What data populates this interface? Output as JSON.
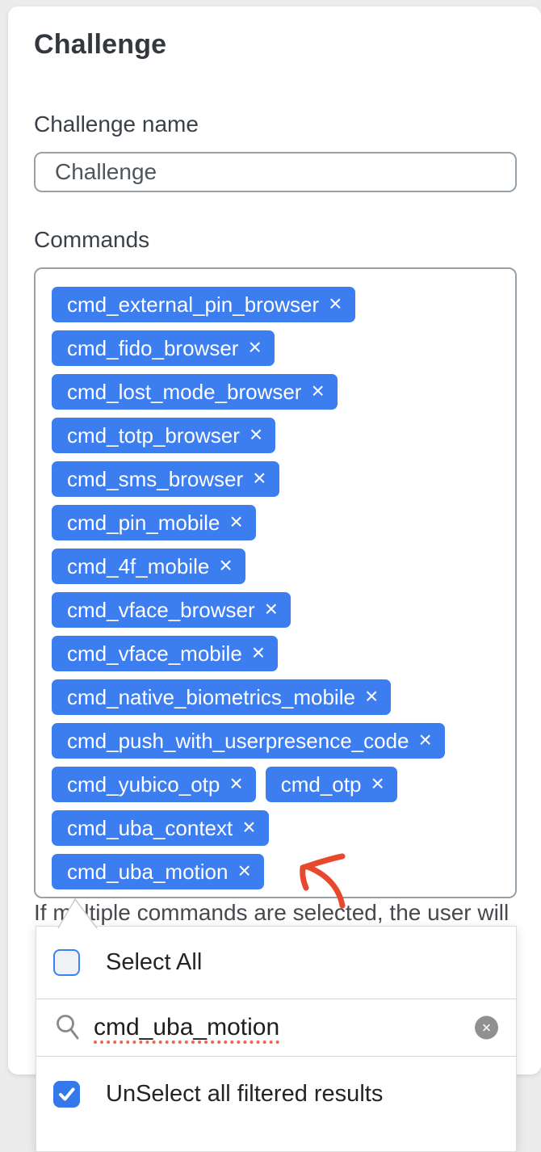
{
  "form": {
    "title": "Challenge",
    "name_field": {
      "label": "Challenge name",
      "value": "Challenge"
    },
    "commands_field": {
      "label": "Commands"
    },
    "tag_rows": [
      [
        "cmd_external_pin_browser"
      ],
      [
        "cmd_fido_browser"
      ],
      [
        "cmd_lost_mode_browser"
      ],
      [
        "cmd_totp_browser"
      ],
      [
        "cmd_sms_browser"
      ],
      [
        "cmd_pin_mobile"
      ],
      [
        "cmd_4f_mobile"
      ],
      [
        "cmd_vface_browser"
      ],
      [
        "cmd_vface_mobile"
      ],
      [
        "cmd_native_biometrics_mobile"
      ],
      [
        "cmd_push_with_userpresence_code"
      ],
      [
        "cmd_yubico_otp",
        "cmd_otp"
      ],
      [
        "cmd_uba_context"
      ],
      [
        "cmd_uba_motion"
      ]
    ],
    "help_text": "If multiple commands are selected, the user will"
  },
  "dropdown": {
    "select_all": {
      "label": "Select All",
      "checked": false
    },
    "search": {
      "value": "cmd_uba_motion"
    },
    "unselect_filtered": {
      "label": "UnSelect all filtered results",
      "checked": true
    }
  },
  "icons": {
    "remove_glyph": "×",
    "clear_glyph": "✕"
  },
  "colors": {
    "tag_blue": "#3C7DF0",
    "checkbox_blue": "#3B82F6",
    "checked_blue": "#3578EA",
    "border_gray": "#97A1A7",
    "arrow_red": "#E8492E",
    "squiggle_red": "#EE6352"
  }
}
